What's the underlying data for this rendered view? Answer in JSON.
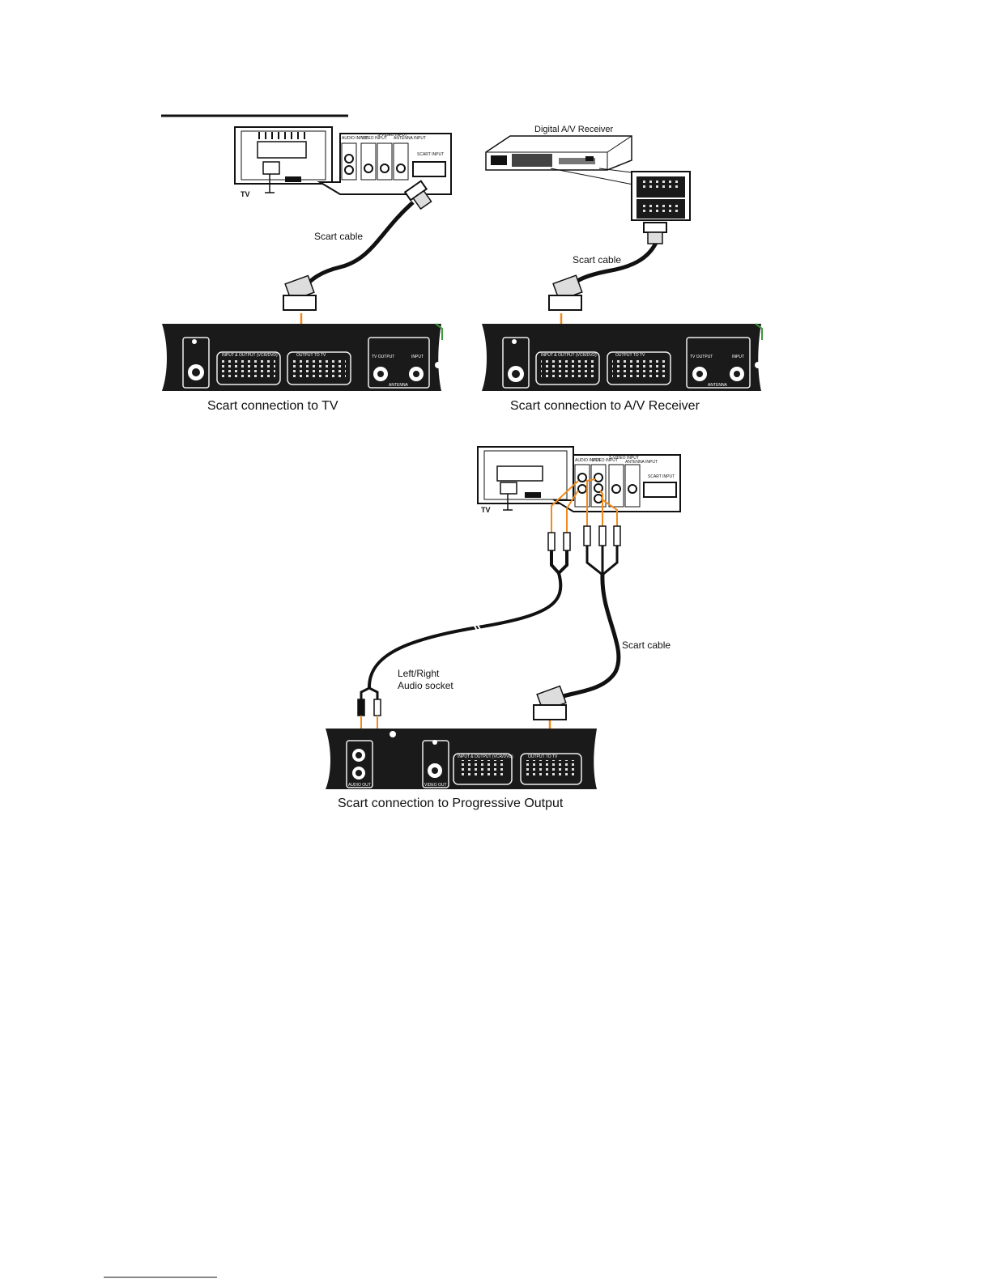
{
  "diagram1": {
    "tv_label": "TV",
    "cable_label": "Scart cable",
    "caption": "Scart connection to TV",
    "tv_panel_labels": [
      "AUDIO INPUT",
      "VIDEO INPUT",
      "S-VIDEO INPUT",
      "ANTENNA INPUT",
      "SCART INPUT"
    ],
    "device_labels": [
      "INPUT & OUTPUT (VCR/DVD)",
      "OUTPUT TO TV",
      "TV OUTPUT",
      "INPUT",
      "ANTENNA"
    ]
  },
  "diagram2": {
    "receiver_label": "Digital A/V Receiver",
    "cable_label": "Scart cable",
    "caption": "Scart connection to A/V Receiver",
    "device_labels": [
      "INPUT & OUTPUT (VCR/DVD)",
      "OUTPUT TO TV",
      "TV OUTPUT",
      "INPUT",
      "ANTENNA"
    ]
  },
  "diagram3": {
    "tv_label": "TV",
    "cable_label": "Scart cable",
    "audio_label_line1": "Left/Right",
    "audio_label_line2": "Audio socket",
    "caption": "Scart connection to Progressive Output",
    "tv_panel_labels": [
      "AUDIO INPUT",
      "VIDEO INPUT",
      "S-VIDEO INPUT",
      "ANTENNA INPUT",
      "SCART INPUT"
    ],
    "device_labels": [
      "AUDIO OUT",
      "VIDEO OUT",
      "INPUT & OUTPUT (VCR/DVD)",
      "OUTPUT TO TV"
    ]
  },
  "colors": {
    "connector": "#f08a1c",
    "device": "#1a1a1a",
    "accent": "#3a9a3a"
  }
}
